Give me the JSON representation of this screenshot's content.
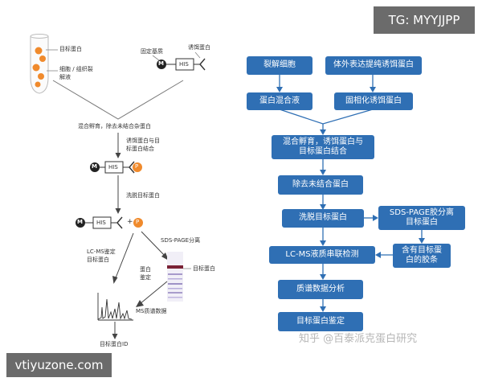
{
  "left": {
    "tube_label": "目标蛋白",
    "lysate_label_1": "细胞 / 组织裂",
    "lysate_label_2": "解液",
    "matrix_label": "固定基质",
    "bait_label": "诱饵蛋白",
    "m_glyph": "M",
    "his_glyph": "HIS",
    "p_glyph": "P",
    "plus_glyph": "+",
    "incubate_label": "混合孵育，除去未结合杂蛋白",
    "bind_label_1": "诱饵蛋白与目",
    "bind_label_2": "标蛋白结合",
    "elute_label": "洗脱目标蛋白",
    "sds_label": "SDS-PAGE分离",
    "lcms_label_1": "LC-MS鉴定",
    "lcms_label_2": "目标蛋白",
    "identify_label_1": "蛋白",
    "identify_label_2": "鉴定",
    "target_label": "目标蛋白",
    "ms_label": "MS质谱数据",
    "id_label": "目标蛋白ID"
  },
  "right": {
    "lyse": "裂解细胞",
    "express": "体外表达提纯诱饵蛋白",
    "mix": "蛋白混合液",
    "immobilize": "固相化诱饵蛋白",
    "incubate_1": "混合孵育，诱饵蛋白与",
    "incubate_2": "目标蛋白结合",
    "remove": "除去未结合蛋白",
    "elute": "洗脱目标蛋白",
    "sds_1": "SDS-PAGE胶分离",
    "sds_2": "目标蛋白",
    "lcms": "LC-MS液质串联检测",
    "band_1": "含有目标蛋",
    "band_2": "白的胶条",
    "analysis": "质谱数据分析",
    "identify": "目标蛋白鉴定"
  },
  "watermark": "知乎 @百泰派克蛋白研究",
  "banner_top_right": "TG: MYYJJPP",
  "banner_bottom_left": "vtiyuzone.com",
  "colors": {
    "box_fill": "#2f6fb4",
    "arrow": "#2f6fb4",
    "bead": "#f08a2c",
    "gel_band": "#6f5aa8",
    "banner": "#6b6b6b"
  }
}
